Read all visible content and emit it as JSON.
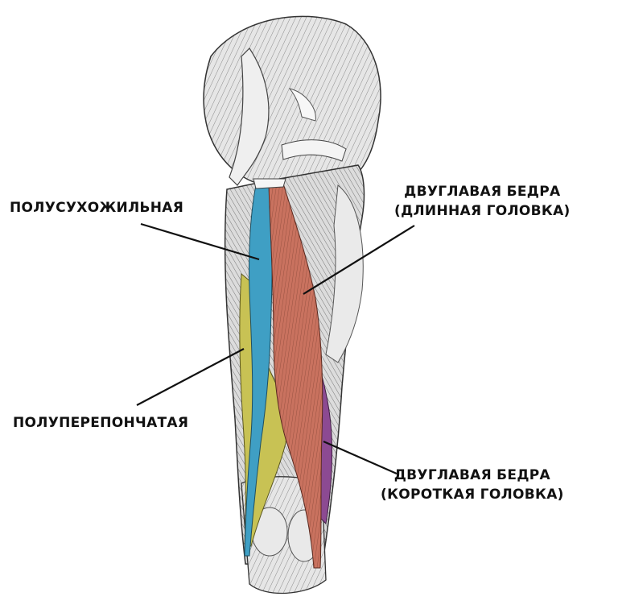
{
  "labels": {
    "semitendinosus": "ПОЛУСУХОЖИЛЬНАЯ",
    "semimembranosus": "ПОЛУПЕРЕПОНЧАТАЯ",
    "biceps_long_line1": "ДВУГЛАВАЯ БЕДРА",
    "biceps_long_line2": "(ДЛИННАЯ ГОЛОВКА)",
    "biceps_short_line1": "ДВУГЛАВАЯ БЕДРА",
    "biceps_short_line2": "(КОРОТКАЯ ГОЛОВКА)"
  },
  "colors": {
    "semitendinosus": "#3f9fc4",
    "semimembranosus": "#c8c254",
    "biceps_long": "#c9725f",
    "biceps_short": "#8c4a92",
    "background_muscle": "#d8d8d8",
    "ink": "#222222"
  }
}
